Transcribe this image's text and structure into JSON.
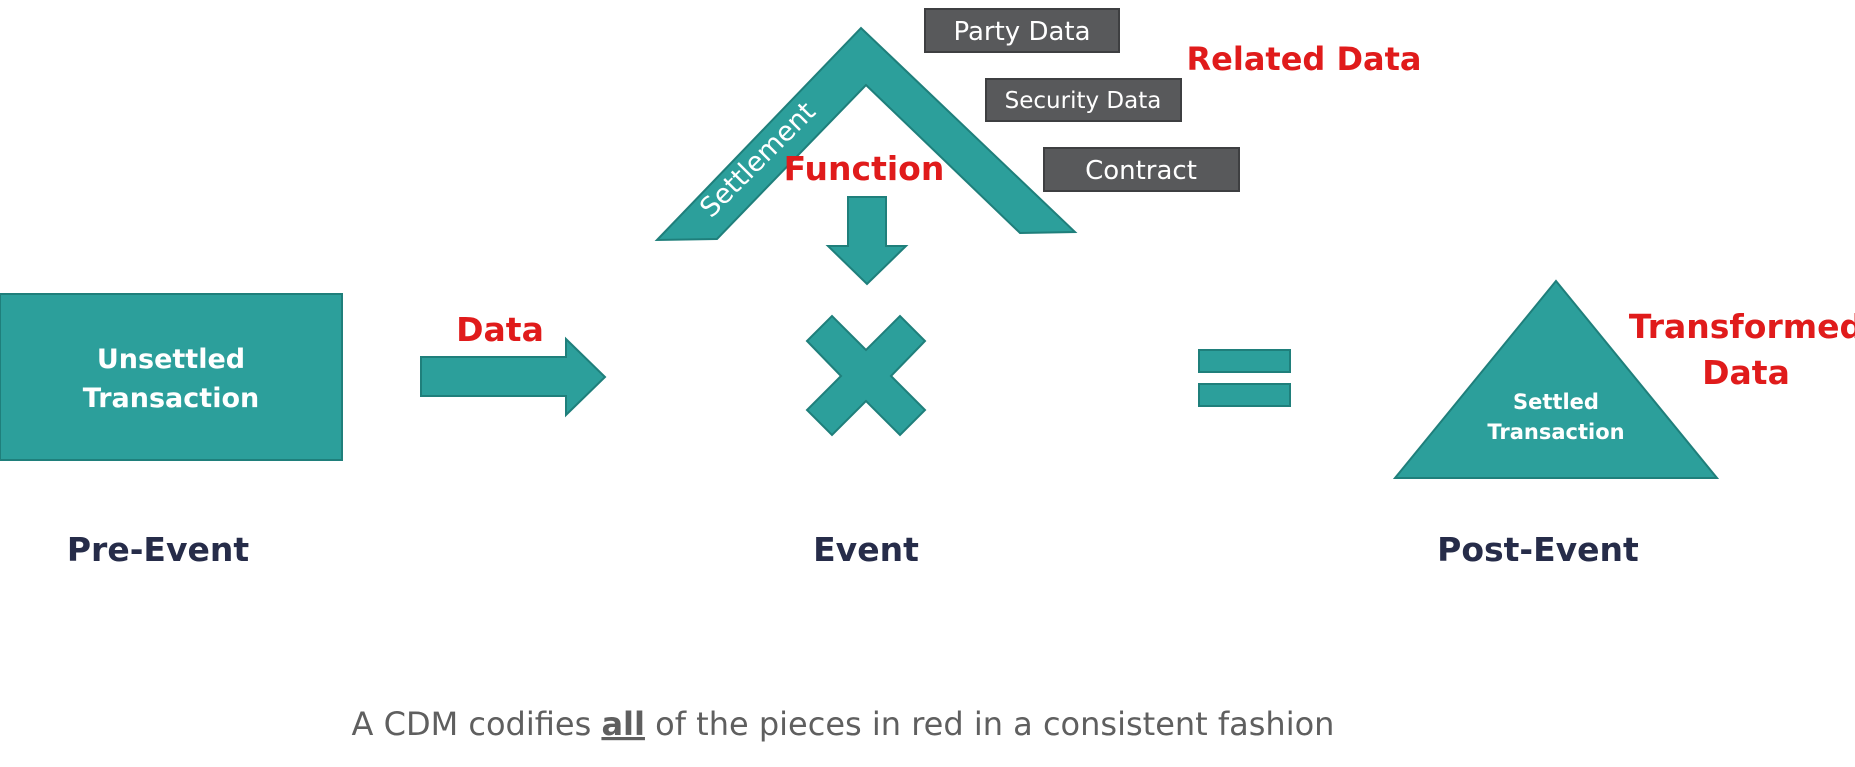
{
  "pre_event": {
    "box_line1": "Unsettled",
    "box_line2": "Transaction",
    "stage_label": "Pre-Event"
  },
  "data_arrow": {
    "label": "Data"
  },
  "event": {
    "roof_label": "Settlement",
    "function_label": "Function",
    "stage_label": "Event"
  },
  "related": {
    "label": "Related Data",
    "boxes": [
      "Party Data",
      "Security Data",
      "Contract"
    ]
  },
  "post_event": {
    "triangle_line1": "Settled",
    "triangle_line2": "Transaction",
    "label_line1": "Transformed",
    "label_line2": "Data",
    "stage_label": "Post-Event"
  },
  "footer": {
    "before": "A CDM codifies ",
    "emphasis": "all",
    "after": " of the pieces in red in a consistent fashion"
  },
  "colors": {
    "teal": "#2c9f9b",
    "red": "#e01b1b",
    "dark_box": "#58595b",
    "navy_text": "#262c49"
  }
}
